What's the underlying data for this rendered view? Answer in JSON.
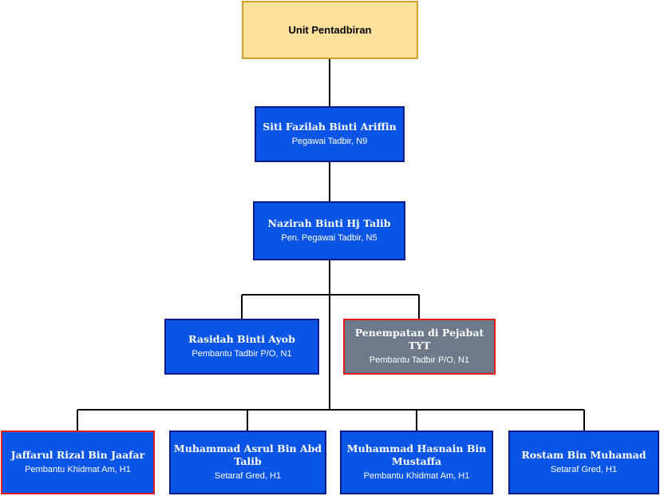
{
  "org_chart": {
    "root": {
      "name": "Unit Pentadbiran",
      "color": "#fbe19c"
    },
    "level1": {
      "name": "Siti Fazilah Binti Ariffin",
      "title": "Pegawai Tadbir, N9"
    },
    "level2": {
      "name": "Nazirah Binti Hj Talib",
      "title": "Pen. Pegawai Tadbir, N5"
    },
    "level3": [
      {
        "name": "Rasidah Binti Ayob",
        "title": "Pembantu Tadbir P/O, N1"
      },
      {
        "name": "Penempatan di Pejabat TYT",
        "title": "Pembantu Tadbir P/O, N1"
      }
    ],
    "level4": [
      {
        "name": "Jaffarul Rizal Bin Jaafar",
        "title": "Pembantu Khidmat Am, H1"
      },
      {
        "name": "Muhammad Asrul Bin Abd Talib",
        "title": "Setaraf Gred, H1"
      },
      {
        "name": "Muhammad Hasnain Bin Mustaffa",
        "title": "Pembantu Khidmat Am, H1"
      },
      {
        "name": "Rostam Bin Muhamad",
        "title": "Setaraf Gred, H1"
      }
    ],
    "colors": {
      "node_fill": "#0a55e6",
      "node_border": "#0a1a8c",
      "highlight_border": "#e21b1b",
      "placement_fill": "#6d7a89"
    }
  }
}
